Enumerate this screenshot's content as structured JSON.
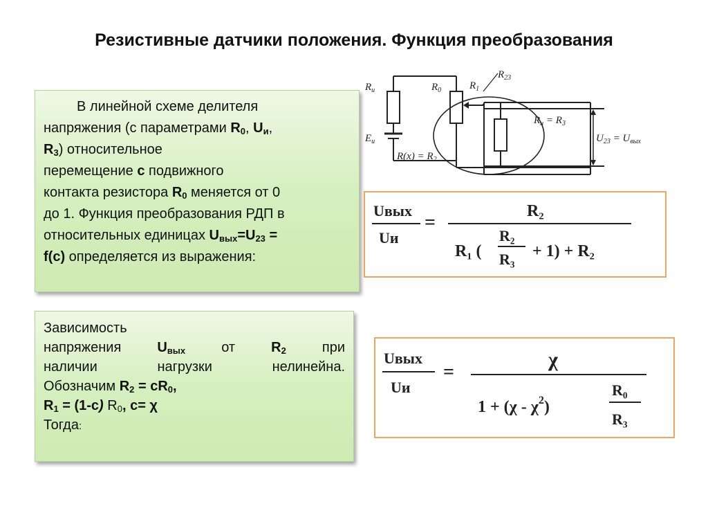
{
  "title": "Резистивные датчики положения. Функция преобразования",
  "box1": {
    "line1": "В линейной схеме делителя",
    "line2_pre": "напряжения (с параметрами ",
    "r0": "R",
    "r0_sub": "0",
    "comma1": ", ",
    "ui": "U",
    "ui_sub": "и",
    "comma2": ",",
    "r3": "R",
    "r3_sub": "3",
    "line3_post": ") относительное",
    "line4_pre": "перемещение ",
    "c": "с",
    "line4_post": "  подвижного",
    "line5_pre": "контакта резистора ",
    "r0b": "R",
    "r0b_sub": "0",
    "line5_post": " меняется от 0",
    "line6": "до 1. Функция преобразования РДП в",
    "line7_pre": "относительных единицах  ",
    "uvyx": "U",
    "uvyx_sub": "вых",
    "eq": "=U",
    "u23_sub": "23",
    "eq2": " =",
    "fc": "f(c)",
    "line8_post": " определяется из выражения:"
  },
  "box2": {
    "line1": "Зависимость",
    "line2_pre": "напряжения  ",
    "uvyx": "U",
    "uvyx_sub": "вых",
    "line2_mid": "  от  ",
    "r2": "R",
    "r2_sub": "2",
    "line2_post": "  при",
    "line3": "наличии   нагрузки   нелинейна.",
    "line4_pre": "Обозначим  ",
    "r2c": "R",
    "r2c_sub": "2",
    "r2c_post": " = cR",
    "r2c_sub2": "0",
    "r2c_end": ",",
    "r1": "R",
    "r1_sub": "1",
    "r1_post": " = (1-c",
    "r1_paren": ")",
    "r1_r0": " R",
    "r1_r0_sub": "0",
    "c_eq": ",  c= χ",
    "line7": "Тогда",
    "colon": ":"
  },
  "circuit": {
    "ri": "R",
    "ri_sub": "и",
    "r0": "R",
    "r0_sub": "0",
    "r1": "R",
    "r1_sub": "1",
    "r23": "R",
    "r23_sub": "23",
    "ei": "E",
    "ei_sub": "и",
    "rx": "R(x) = R",
    "rx_sub": "2",
    "rn": "R",
    "rn_sub": "н",
    "rn_post": " = R",
    "rn_sub2": "3",
    "u23": "U",
    "u23_sub": "23",
    "u23_post": " = U",
    "u23_sub2": "вых"
  },
  "formula1": {
    "lhs_num": "Uвых",
    "lhs_den": "Uи",
    "eq": "=",
    "num": "R₂",
    "r1": "R₁ (",
    "frac_num": "R₂",
    "frac_den": "R₃",
    "tail": "+ 1) + R₂"
  },
  "formula2": {
    "lhs_num": "Uвых",
    "lhs_den": "Uи",
    "eq": "=",
    "num": "χ",
    "den_pre": "1 + (χ - χ",
    "den_sup": "2",
    "den_post": ")",
    "frac_num": "R₀",
    "frac_den": "R₃"
  },
  "colors": {
    "box_border": "#b7cfa0",
    "formula_border": "#f0a55e",
    "box_fill": "#d6efbf"
  }
}
